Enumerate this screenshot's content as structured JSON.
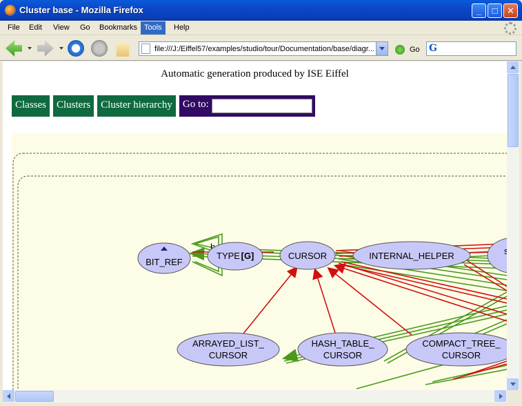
{
  "window": {
    "title": "Cluster base - Mozilla Firefox"
  },
  "menu": {
    "items": [
      "File",
      "Edit",
      "View",
      "Go",
      "Bookmarks",
      "Tools",
      "Help"
    ],
    "active": "Tools"
  },
  "toolbar": {
    "url": "file:///J:/Eiffel57/examples/studio/tour/Documentation/base/diagr...",
    "go_label": "Go",
    "search_value": ""
  },
  "page": {
    "header": "Automatic generation produced by ISE Eiffel",
    "nav": {
      "classes": "Classes",
      "clusters": "Clusters",
      "hierarchy": "Cluster hierarchy",
      "goto_label": "Go to:",
      "goto_value": ""
    }
  },
  "diagram": {
    "nodes": {
      "bit_ref": "BIT_REF",
      "type": "TYPE",
      "type_generic": "[G]",
      "cursor": "CURSOR",
      "internal_helper": "INTERNAL_HELPER",
      "arrayed_list_cursor_1": "ARRAYED_LIST_",
      "arrayed_list_cursor_2": "CURSOR",
      "hash_table_cursor_1": "HASH_TABLE_",
      "hash_table_cursor_2": "CURSOR",
      "compact_tree_cursor_1": "COMPACT_TREE_",
      "compact_tree_cursor_2": "CURSOR",
      "partial_label": "s",
      "overlap_text": "h...  om..."
    },
    "colors": {
      "node_fill": "#c8c8f8",
      "inheritance": "#4a9a1c",
      "client": "#d21010",
      "background": "#fdfde7"
    }
  }
}
